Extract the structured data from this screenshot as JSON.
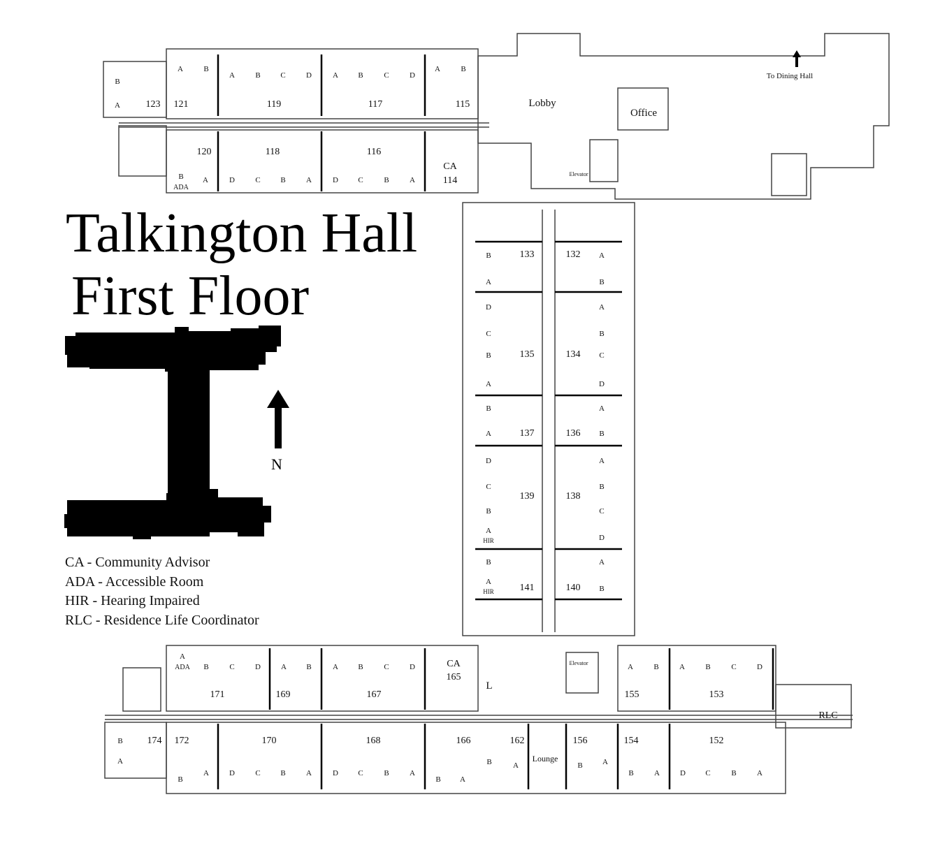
{
  "title": {
    "line1": "Talkington Hall",
    "line2": "First Floor"
  },
  "compass": {
    "label": "N"
  },
  "legend": [
    "CA - Community Advisor",
    "ADA - Accessible Room",
    "HIR - Hearing Impaired",
    "RLC - Residence Life Coordinator"
  ],
  "areas": {
    "lobby": "Lobby",
    "office": "Office",
    "dining": "To Dining Hall",
    "elevator": "Elevator",
    "lounge": "Lounge",
    "laundry": "L",
    "rlc": "RLC"
  },
  "rooms": {
    "north_top": [
      {
        "number": "123",
        "beds": [
          "B",
          "A"
        ]
      },
      {
        "number": "121",
        "beds": [
          "A",
          "B"
        ]
      },
      {
        "number": "119",
        "beds": [
          "A",
          "B",
          "C",
          "D"
        ]
      },
      {
        "number": "117",
        "beds": [
          "A",
          "B",
          "C",
          "D"
        ]
      },
      {
        "number": "115",
        "beds": [
          "A",
          "B"
        ]
      }
    ],
    "north_bottom": [
      {
        "number": "120",
        "beds": [
          "B",
          "ADA",
          "A"
        ]
      },
      {
        "number": "118",
        "beds": [
          "D",
          "C",
          "B",
          "A"
        ]
      },
      {
        "number": "116",
        "beds": [
          "D",
          "C",
          "B",
          "A"
        ]
      },
      {
        "number": "114",
        "beds": [
          "CA"
        ]
      }
    ],
    "spine_west": [
      {
        "number": "133",
        "beds": [
          "B",
          "A"
        ]
      },
      {
        "number": "135",
        "beds": [
          "D",
          "C",
          "B",
          "A"
        ]
      },
      {
        "number": "137",
        "beds": [
          "B",
          "A"
        ]
      },
      {
        "number": "139",
        "beds": [
          "D",
          "C",
          "B",
          "A",
          "HIR"
        ]
      },
      {
        "number": "141",
        "beds": [
          "B",
          "A",
          "HIR"
        ]
      }
    ],
    "spine_east": [
      {
        "number": "132",
        "beds": [
          "A",
          "B"
        ]
      },
      {
        "number": "134",
        "beds": [
          "A",
          "B",
          "C",
          "D"
        ]
      },
      {
        "number": "136",
        "beds": [
          "A",
          "B"
        ]
      },
      {
        "number": "138",
        "beds": [
          "A",
          "B",
          "C",
          "D"
        ]
      },
      {
        "number": "140",
        "beds": [
          "A",
          "B"
        ]
      }
    ],
    "south_top": [
      {
        "number": "171",
        "beds": [
          "A",
          "ADA",
          "B",
          "C",
          "D"
        ]
      },
      {
        "number": "169",
        "beds": [
          "A",
          "B"
        ]
      },
      {
        "number": "167",
        "beds": [
          "A",
          "B",
          "C",
          "D"
        ]
      },
      {
        "number": "165",
        "beds": [
          "CA"
        ]
      },
      {
        "number": "155",
        "beds": [
          "A",
          "B"
        ]
      },
      {
        "number": "153",
        "beds": [
          "A",
          "B",
          "C",
          "D"
        ]
      }
    ],
    "south_bottom": [
      {
        "number": "174",
        "beds": [
          "B",
          "A"
        ]
      },
      {
        "number": "172",
        "beds": [
          "B",
          "A"
        ]
      },
      {
        "number": "170",
        "beds": [
          "D",
          "C",
          "B",
          "A"
        ]
      },
      {
        "number": "168",
        "beds": [
          "D",
          "C",
          "B",
          "A"
        ]
      },
      {
        "number": "166",
        "beds": [
          "B",
          "A"
        ]
      },
      {
        "number": "162",
        "beds": [
          "B",
          "A"
        ]
      },
      {
        "number": "156",
        "beds": [
          "B",
          "A"
        ]
      },
      {
        "number": "154",
        "beds": [
          "B",
          "A"
        ]
      },
      {
        "number": "152",
        "beds": [
          "D",
          "C",
          "B",
          "A"
        ]
      }
    ]
  }
}
